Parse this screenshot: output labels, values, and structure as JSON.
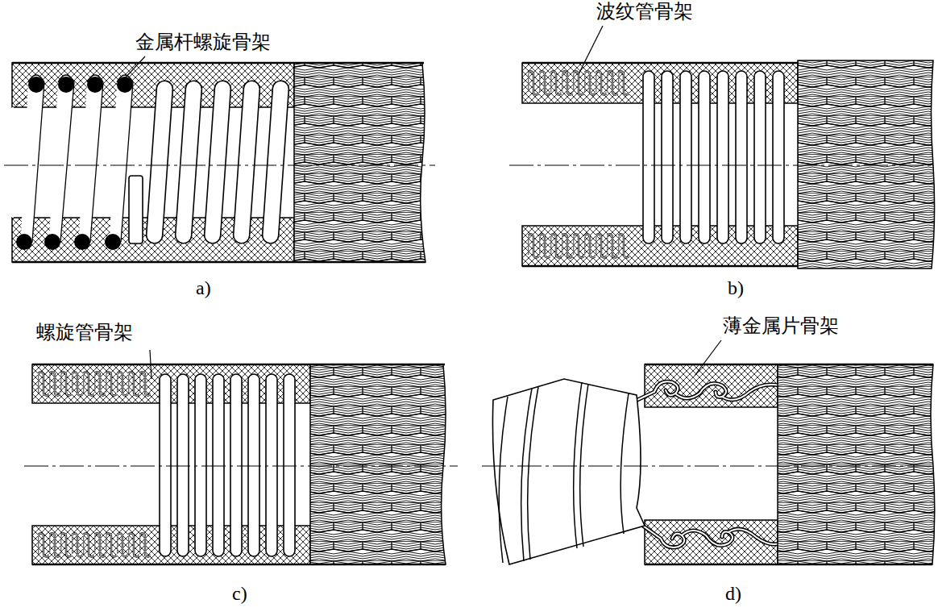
{
  "diagram": {
    "labels": [
      "波纹管骨架",
      "金属杆螺旋骨架",
      "a)",
      "b)",
      "螺旋管骨架",
      "薄金属片骨架",
      "c)",
      "d)"
    ]
  }
}
